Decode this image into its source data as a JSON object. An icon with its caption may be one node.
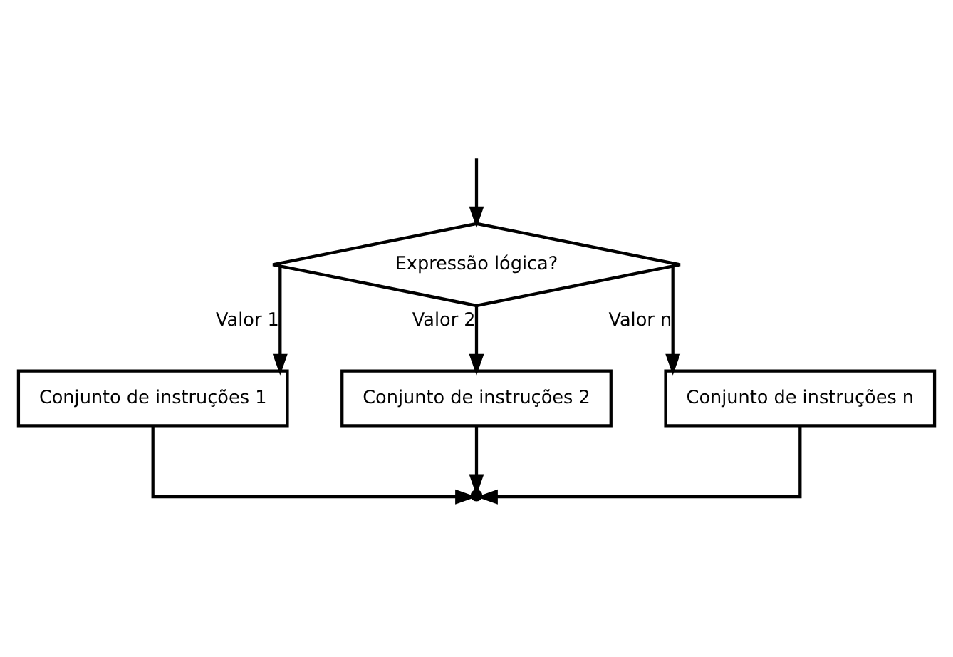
{
  "diagram": {
    "nodes": [
      {
        "text": [
          "Expressão lógica?"
        ]
      },
      {
        "text": [
          "Conjunto de instruções 1"
        ]
      },
      {
        "text": [
          "Conjunto de instruções 2"
        ]
      },
      {
        "text": [
          "Conjunto de instruções n"
        ]
      }
    ],
    "edges": [
      {
        "from": null,
        "to": 0,
        "arrow": "to"
      },
      {
        "from": 0,
        "to": 1,
        "arrow": "to",
        "label": "Valor 1"
      },
      {
        "from": 0,
        "to": 2,
        "arrow": "to",
        "label": "Valor 2"
      },
      {
        "from": 0,
        "to": 3,
        "arrow": "to",
        "label": "Valor n"
      },
      {
        "from": 1,
        "to": null,
        "arrow": "to"
      },
      {
        "from": 2,
        "to": null,
        "arrow": "to"
      },
      {
        "from": 3,
        "to": null,
        "arrow": "to"
      }
    ]
  }
}
